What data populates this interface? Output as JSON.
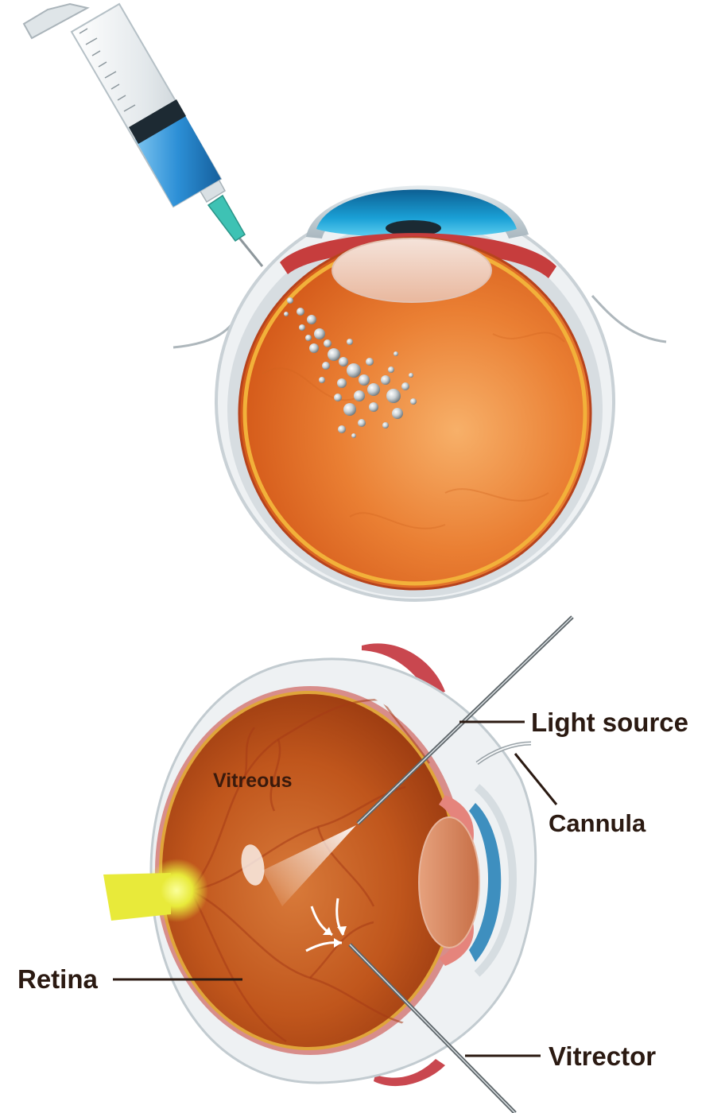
{
  "figure": {
    "panels": [
      {
        "name": "intravitreal-injection"
      },
      {
        "name": "vitrectomy-cross-section"
      }
    ],
    "labels": {
      "light_source": "Light source",
      "cannula": "Cannula",
      "vitreous": "Vitreous",
      "retina": "Retina",
      "vitrector": "Vitrector"
    },
    "colors": {
      "eye_orange": "#e8772e",
      "iris_blue": "#1aa0d6",
      "syringe_fluid": "#2c8fd6",
      "needle_teal": "#3ec2b4",
      "optic_nerve_yellow": "#e8ea3a",
      "label_text": "#2b1a12"
    }
  }
}
